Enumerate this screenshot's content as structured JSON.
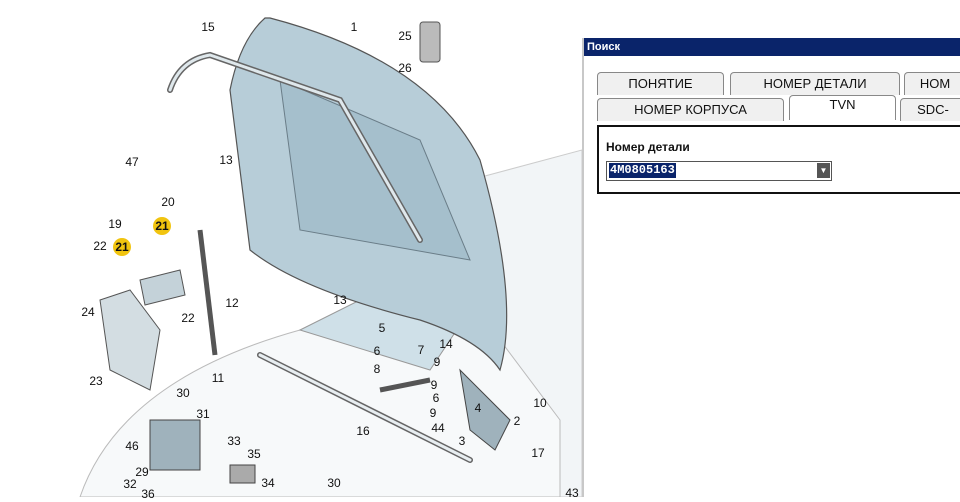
{
  "diagram": {
    "callouts": [
      "15",
      "1",
      "25",
      "26",
      "13",
      "47",
      "20",
      "19",
      "22",
      "21",
      "21",
      "12",
      "24",
      "22",
      "13",
      "23",
      "11",
      "5",
      "6",
      "7",
      "14",
      "8",
      "9",
      "9",
      "6",
      "9",
      "44",
      "3",
      "4",
      "2",
      "10",
      "17",
      "16",
      "30",
      "31",
      "33",
      "46",
      "35",
      "29",
      "32",
      "34",
      "36",
      "30",
      "43"
    ]
  },
  "dialog": {
    "title": "Поиск",
    "tabs_row1": [
      "ПОНЯТИЕ",
      "НОМЕР ДЕТАЛИ",
      "НОМ"
    ],
    "tabs_row2": [
      "НОМЕР КОРПУСА",
      "TVN",
      "SDC-"
    ],
    "active_tab": "TVN",
    "field_label": "Номер детали",
    "field_value": "4M0805163"
  },
  "colors": {
    "titlebar": "#0a246a",
    "highlight_callout": "#f1c40f",
    "hood": "#b7cdd8"
  }
}
